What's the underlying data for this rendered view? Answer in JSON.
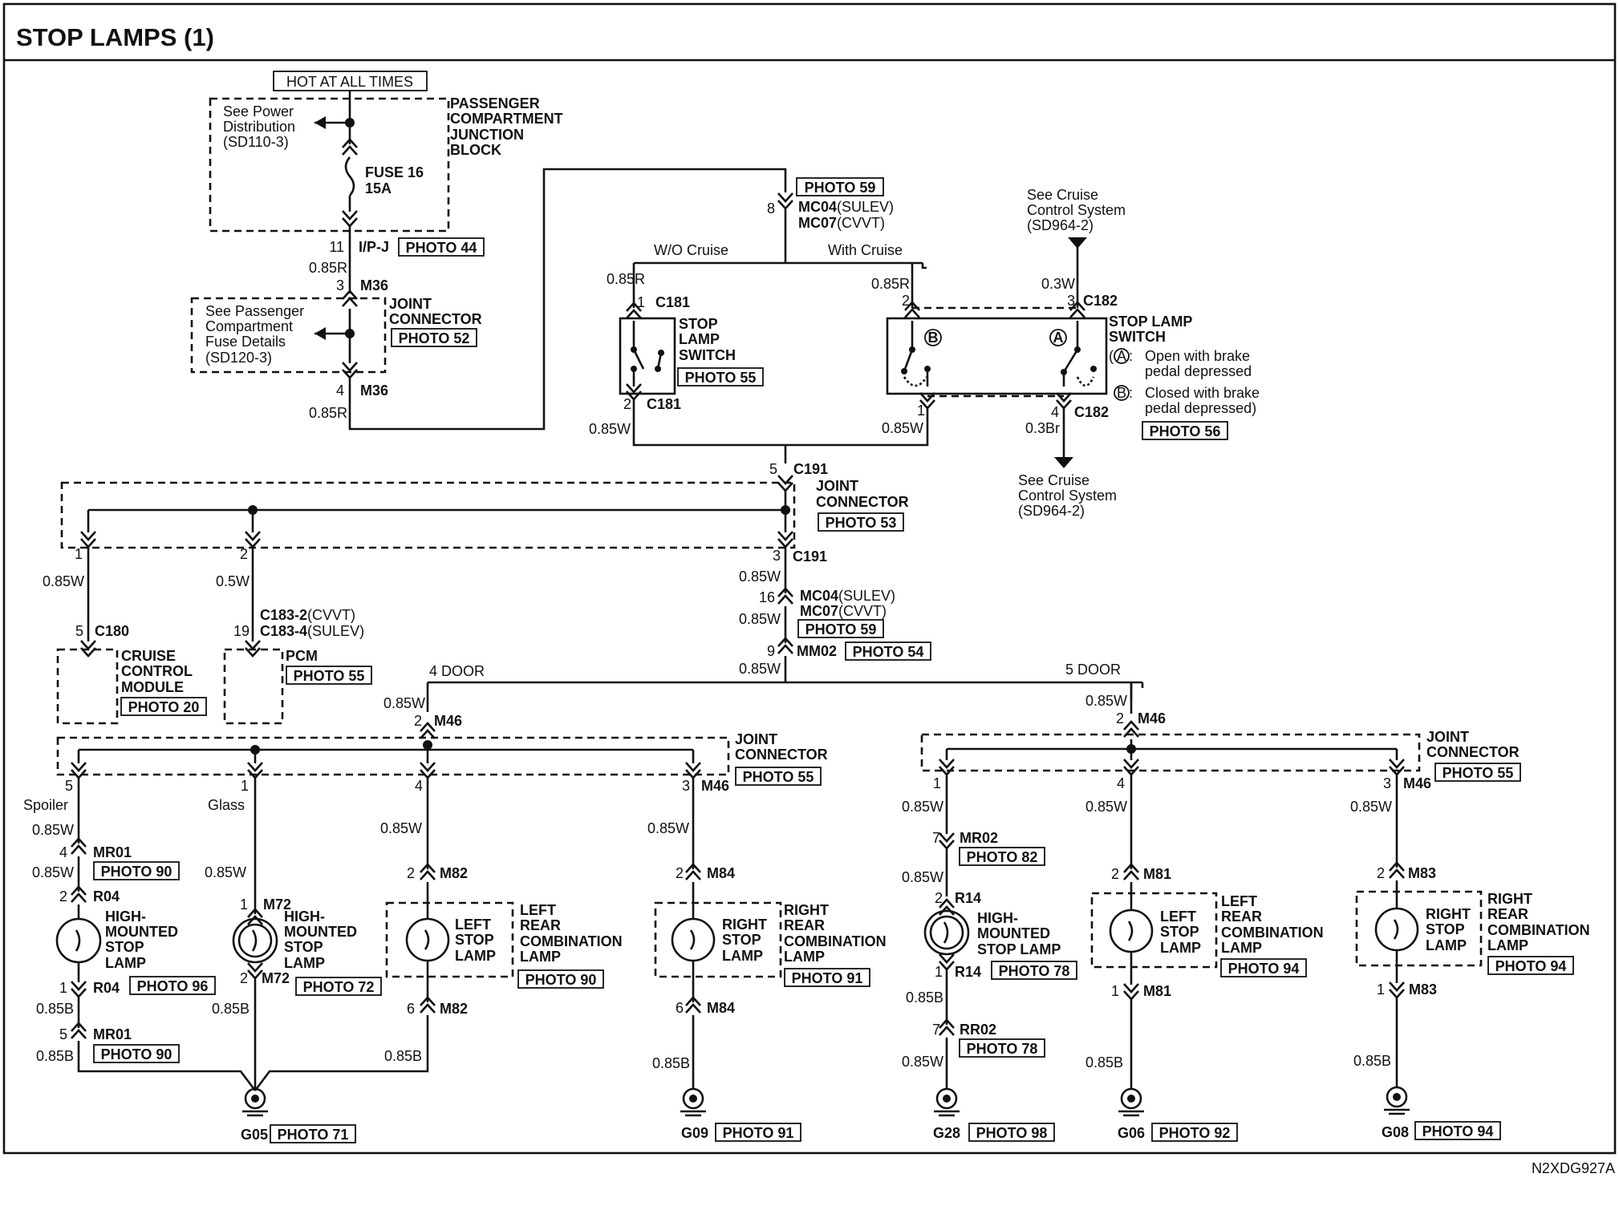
{
  "title": "STOP LAMPS (1)",
  "diagram_code": "N2XDG927A",
  "hot_label": "HOT AT ALL TIMES",
  "pcjb": {
    "lines": [
      "PASSENGER",
      "COMPARTMENT",
      "JUNCTION",
      "BLOCK"
    ],
    "see_power": [
      "See Power",
      "Distribution",
      "(SD110-3)"
    ],
    "fuse": [
      "FUSE 16",
      "15A"
    ],
    "ipj": {
      "pin": "11",
      "name": "I/P-J",
      "photo": "PHOTO 44"
    }
  },
  "jc_m36": {
    "top_wire": "0.85R",
    "top_pin": "3",
    "name": "M36",
    "label": [
      "JOINT",
      "CONNECTOR"
    ],
    "photo": "PHOTO 52",
    "see": [
      "See Passenger",
      "Compartment",
      "Fuse Details",
      "(SD120-3)"
    ],
    "bottom_pin": "4",
    "bottom_name": "M36",
    "bottom_wire": "0.85R"
  },
  "mc_top": {
    "pin": "8",
    "photo": "PHOTO 59",
    "a": "MC04",
    "a_note": "(SULEV)",
    "b": "MC07",
    "b_note": "(CVVT)"
  },
  "branches": {
    "wo": "W/O Cruise",
    "with": "With Cruise"
  },
  "switch1": {
    "wire_top": "0.85R",
    "pin_top": "1",
    "c_top": "C181",
    "label": [
      "STOP",
      "LAMP",
      "SWITCH"
    ],
    "photo": "PHOTO 55",
    "pin_bot": "2",
    "c_bot": "C181",
    "wire_bot": "0.85W"
  },
  "switch2": {
    "wire_left": "0.85R",
    "pin_left": "2",
    "pin_right": "3",
    "c_top": "C182",
    "wire_right": "0.3W",
    "see_top": [
      "See Cruise",
      "Control System",
      "(SD964-2)"
    ],
    "label": [
      "STOP LAMP",
      "SWITCH"
    ],
    "note_a": [
      "Open with brake",
      "pedal depressed"
    ],
    "note_b": [
      "Closed with brake",
      "pedal depressed)"
    ],
    "letter_a": "A",
    "letter_b": "B",
    "photo": "PHOTO 56",
    "pin_bl": "1",
    "wire_bl": "0.85W",
    "pin_br": "4",
    "c_bot": "C182",
    "wire_br": "0.3Br",
    "see_bot": [
      "See Cruise",
      "Control System",
      "(SD964-2)"
    ]
  },
  "c191": {
    "pin_top": "5",
    "name": "C191",
    "label": [
      "JOINT",
      "CONNECTOR"
    ],
    "photo": "PHOTO 53",
    "pin1": "1",
    "pin2": "2",
    "pin3": "3",
    "name_bot": "C191",
    "wire_bot": "0.85W"
  },
  "cruise_module": {
    "wire": "0.85W",
    "pin": "5",
    "conn": "C180",
    "label": [
      "CRUISE",
      "CONTROL",
      "MODULE"
    ],
    "photo": "PHOTO 20"
  },
  "pcm": {
    "wire": "0.5W",
    "pin": "19",
    "conn_a": "C183-2",
    "conn_a_note": "(CVVT)",
    "conn_b": "C183-4",
    "conn_b_note": "(SULEV)",
    "label": "PCM",
    "photo": "PHOTO 55"
  },
  "mc_mid": {
    "pin": "16",
    "wire": "0.85W",
    "a": "MC04",
    "a_note": "(SULEV)",
    "b": "MC07",
    "b_note": "(CVVT)",
    "photo": "PHOTO 59"
  },
  "mm02": {
    "pin": "9",
    "name": "MM02",
    "photo": "PHOTO 54",
    "wire": "0.85W"
  },
  "door4": {
    "label": "4 DOOR",
    "wire_top": "0.85W",
    "pin_top": "2",
    "name": "M46",
    "jc_label": [
      "JOINT",
      "CONNECTOR"
    ],
    "jc_photo": "PHOTO 55",
    "pins": [
      "5",
      "1",
      "4",
      "3"
    ],
    "pin3_name": "M46",
    "spoiler": "Spoiler",
    "glass": "Glass",
    "b1": {
      "w1": "0.85W",
      "pin_a": "4",
      "name_a": "MR01",
      "photo_a": "PHOTO 90",
      "w2": "0.85W",
      "pin_b": "2",
      "name_b": "R04",
      "label": [
        "HIGH-",
        "MOUNTED",
        "STOP",
        "LAMP"
      ],
      "pin_c": "1",
      "name_c": "R04",
      "photo_c": "PHOTO 96",
      "w3": "0.85B",
      "pin_d": "5",
      "name_d": "MR01",
      "photo_d": "PHOTO 90",
      "w4": "0.85B"
    },
    "b2": {
      "w1": "0.85W",
      "pin_a": "1",
      "name_a": "M72",
      "label": [
        "HIGH-",
        "MOUNTED",
        "STOP",
        "LAMP"
      ],
      "pin_b": "2",
      "name_b": "M72",
      "photo": "PHOTO 72",
      "w2": "0.85B"
    },
    "b3": {
      "w1": "0.85W",
      "pin_a": "2",
      "name_a": "M82",
      "lamp": [
        "LEFT",
        "STOP",
        "LAMP"
      ],
      "label": [
        "LEFT",
        "REAR",
        "COMBINATION",
        "LAMP"
      ],
      "photo": "PHOTO 90",
      "pin_b": "6",
      "name_b": "M82",
      "w2": "0.85B"
    },
    "b4": {
      "w1": "0.85W",
      "pin_a": "2",
      "name_a": "M84",
      "lamp": [
        "RIGHT",
        "STOP",
        "LAMP"
      ],
      "label": [
        "RIGHT",
        "REAR",
        "COMBINATION",
        "LAMP"
      ],
      "photo": "PHOTO 91",
      "pin_b": "6",
      "name_b": "M84",
      "w2": "0.85B"
    }
  },
  "door5": {
    "label": "5 DOOR",
    "wire_top": "0.85W",
    "pin_top": "2",
    "name": "M46",
    "jc_label": [
      "JOINT",
      "CONNECTOR"
    ],
    "jc_photo": "PHOTO 55",
    "pins": [
      "1",
      "4",
      "3"
    ],
    "pin3_name": "M46",
    "b1": {
      "w1": "0.85W",
      "pin_a": "7",
      "name_a": "MR02",
      "photo_a": "PHOTO 82",
      "w2": "0.85W",
      "pin_b": "2",
      "name_b": "R14",
      "label": [
        "HIGH-",
        "MOUNTED",
        "STOP LAMP"
      ],
      "pin_c": "1",
      "name_c": "R14",
      "photo_c": "PHOTO 78",
      "w3": "0.85B",
      "pin_d": "7",
      "name_d": "RR02",
      "photo_d": "PHOTO 78",
      "w4": "0.85W"
    },
    "b2": {
      "w1": "0.85W",
      "pin_a": "2",
      "name_a": "M81",
      "lamp": [
        "LEFT",
        "STOP",
        "LAMP"
      ],
      "label": [
        "LEFT",
        "REAR",
        "COMBINATION",
        "LAMP"
      ],
      "photo": "PHOTO 94",
      "pin_b": "1",
      "name_b": "M81",
      "w2": "0.85B"
    },
    "b3": {
      "w1": "0.85W",
      "pin_a": "2",
      "name_a": "M83",
      "lamp": [
        "RIGHT",
        "STOP",
        "LAMP"
      ],
      "label": [
        "RIGHT",
        "REAR",
        "COMBINATION",
        "LAMP"
      ],
      "photo": "PHOTO 94",
      "pin_b": "1",
      "name_b": "M83",
      "w2": "0.85B"
    }
  },
  "grounds": [
    {
      "name": "G05",
      "photo": "PHOTO 71"
    },
    {
      "name": "G09",
      "photo": "PHOTO 91"
    },
    {
      "name": "G28",
      "photo": "PHOTO 98"
    },
    {
      "name": "G06",
      "photo": "PHOTO 92"
    },
    {
      "name": "G08",
      "photo": "PHOTO 94"
    }
  ]
}
